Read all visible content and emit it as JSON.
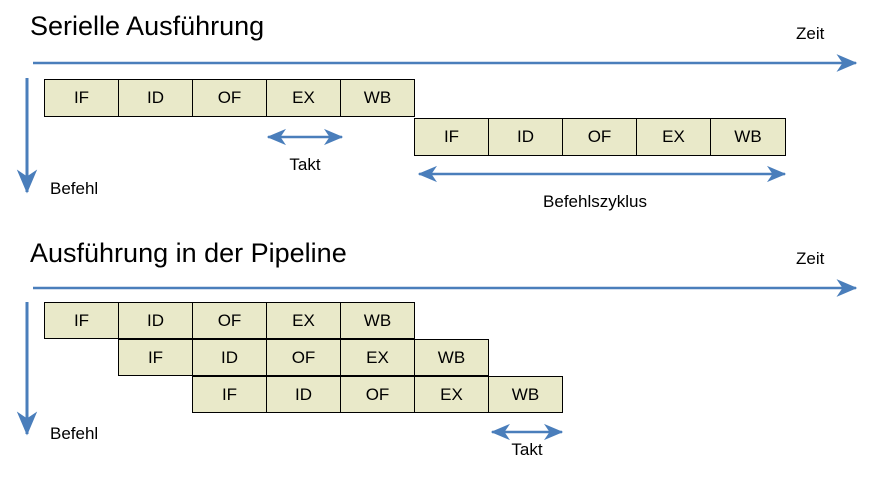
{
  "diagram": {
    "accent_color": "#4a7ebb",
    "box_fill": "#e9e9c9",
    "box_border": "#000000",
    "text_color": "#000000"
  },
  "sections": [
    {
      "id": "serial",
      "title": "Serielle Ausführung",
      "time_axis_label": "Zeit",
      "instruction_axis_label": "Befehl",
      "rows": [
        {
          "stages": [
            "IF",
            "ID",
            "OF",
            "EX",
            "WB"
          ],
          "offset": 0
        },
        {
          "stages": [
            "IF",
            "ID",
            "OF",
            "EX",
            "WB"
          ],
          "offset": 5
        }
      ],
      "annotations": [
        {
          "label": "Takt",
          "spans": 1
        },
        {
          "label": "Befehlszyklus",
          "spans": 5
        }
      ]
    },
    {
      "id": "pipeline",
      "title": "Ausführung in der Pipeline",
      "time_axis_label": "Zeit",
      "instruction_axis_label": "Befehl",
      "rows": [
        {
          "stages": [
            "IF",
            "ID",
            "OF",
            "EX",
            "WB"
          ],
          "offset": 0
        },
        {
          "stages": [
            "IF",
            "ID",
            "OF",
            "EX",
            "WB"
          ],
          "offset": 1
        },
        {
          "stages": [
            "IF",
            "ID",
            "OF",
            "EX",
            "WB"
          ],
          "offset": 2
        }
      ],
      "annotations": [
        {
          "label": "Takt",
          "spans": 1
        }
      ]
    }
  ],
  "serial": {
    "title": "Serielle Ausführung",
    "zeit": "Zeit",
    "befehl": "Befehl",
    "takt": "Takt",
    "befehlszyklus": "Befehlszyklus",
    "row1": {
      "s0": "IF",
      "s1": "ID",
      "s2": "OF",
      "s3": "EX",
      "s4": "WB"
    },
    "row2": {
      "s0": "IF",
      "s1": "ID",
      "s2": "OF",
      "s3": "EX",
      "s4": "WB"
    }
  },
  "pipeline": {
    "title": "Ausführung in der Pipeline",
    "zeit": "Zeit",
    "befehl": "Befehl",
    "takt": "Takt",
    "row1": {
      "s0": "IF",
      "s1": "ID",
      "s2": "OF",
      "s3": "EX",
      "s4": "WB"
    },
    "row2": {
      "s0": "IF",
      "s1": "ID",
      "s2": "OF",
      "s3": "EX",
      "s4": "WB"
    },
    "row3": {
      "s0": "IF",
      "s1": "ID",
      "s2": "OF",
      "s3": "EX",
      "s4": "WB"
    }
  }
}
